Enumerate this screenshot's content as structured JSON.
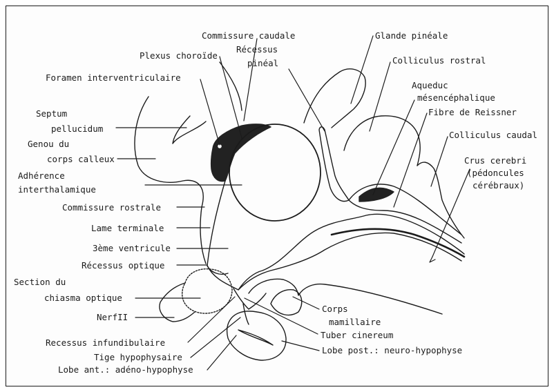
{
  "labels": {
    "commissure_caudale": "Commissure caudale",
    "recessus_pineal_1": "Récessus",
    "recessus_pineal_2": "pinéal",
    "glande_pineale": "Glande pinéale",
    "colliculus_rostral": "Colliculus rostral",
    "plexus_choroide": "Plexus choroïde",
    "foramen": "Foramen interventriculaire",
    "aqueduc_1": "Aqueduc",
    "aqueduc_2": "mésencéphalique",
    "fibre_reissner": "Fibre de Reissner",
    "septum_1": "Septum",
    "septum_2": "pellucidum",
    "colliculus_caudal": "Colliculus caudal",
    "genou_1": "Genou du",
    "genou_2": "corps calleux",
    "crus_1": "Crus cerebri",
    "crus_2": "(pédoncules",
    "crus_3": "cérébraux)",
    "adherence_1": "Adhérence",
    "adherence_2": "interthalamique",
    "commissure_rostrale": "Commissure rostrale",
    "lame_terminale": "Lame terminale",
    "ventricule": "3ème ventricule",
    "recessus_optique": "Récessus optique",
    "section_1": "Section du",
    "section_2": "chiasma optique",
    "nerf": "NerfII",
    "corps_1": "Corps",
    "corps_2": "mamillaire",
    "recessus_infund": "Recessus infundibulaire",
    "tuber": "Tuber cinereum",
    "tige": "Tige hypophysaire",
    "lobe_post": "Lobe post.: neuro-hypophyse",
    "lobe_ant": "Lobe ant.: adéno-hypophyse"
  },
  "colors": {
    "ink": "#1b1b1b",
    "plexus": "#222222",
    "background": "#ffffff"
  }
}
